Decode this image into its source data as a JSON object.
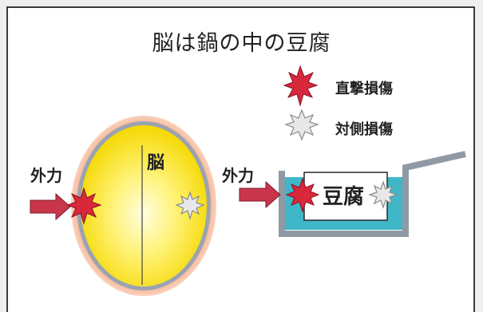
{
  "title": "脳は鍋の中の豆腐",
  "legend": {
    "direct_injury": "直撃損傷",
    "contrecoup_injury": "対側損傷"
  },
  "external_force_label": "外力",
  "brain_label": "脳",
  "tofu_label": "豆腐",
  "colors": {
    "direct_star": "#d8283c",
    "contrecoup_star": "#e6e6e6",
    "arrow": "#c9364b",
    "brain_yellow": "#ffe600",
    "brain_halo": "#f4a07a",
    "water": "#3fb7c8",
    "pot": "#8f9aa5"
  }
}
